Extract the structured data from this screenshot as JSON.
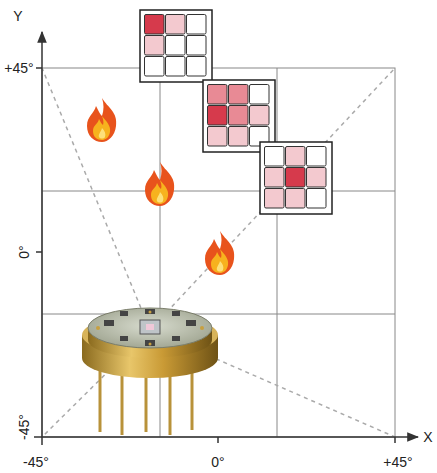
{
  "diagram": {
    "labels": [
      "Y",
      "+45°",
      "0°",
      "-45°",
      "X",
      "-45°",
      "0°",
      "+45°"
    ]
  }
}
